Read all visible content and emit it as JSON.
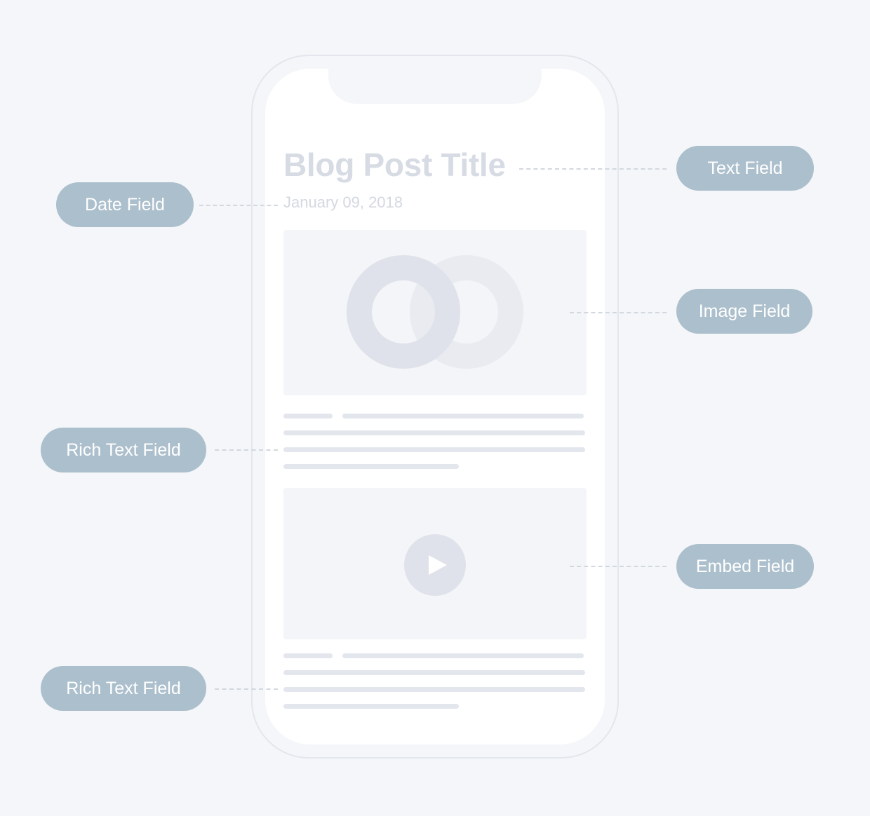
{
  "post": {
    "title": "Blog Post Title",
    "date": "January 09, 2018"
  },
  "labels": {
    "text_field": "Text Field",
    "date_field": "Date Field",
    "image_field": "Image Field",
    "rich_text_field_1": "Rich Text Field",
    "embed_field": "Embed Field",
    "rich_text_field_2": "Rich Text Field"
  },
  "icons": {
    "image_placeholder": "overlapping-rings-icon",
    "embed_placeholder": "play-icon"
  },
  "colors": {
    "label_pill": "#acbfcc",
    "placeholder": "#dfe2ea",
    "background": "#f4f6f9"
  }
}
